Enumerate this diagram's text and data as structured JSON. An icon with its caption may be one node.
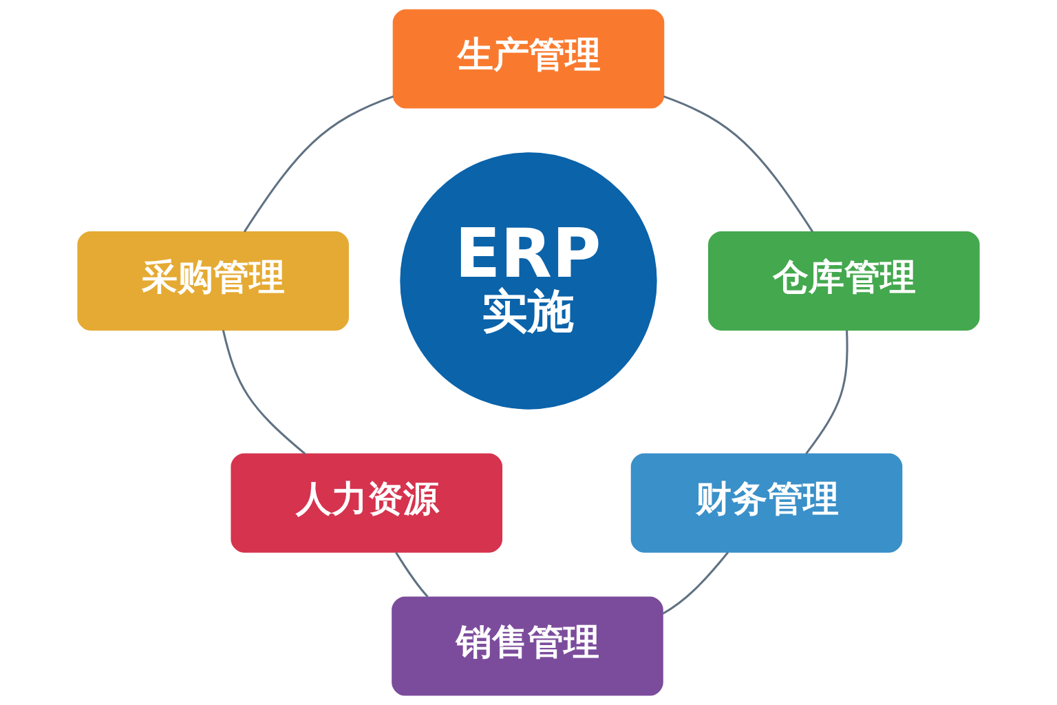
{
  "diagram": {
    "nodes": [
      {
        "text": [
          "生产管理"
        ]
      },
      {
        "text": [
          "采购管理"
        ]
      },
      {
        "text": [
          "ERP",
          "实施"
        ]
      },
      {
        "text": [
          "仓库管理"
        ]
      },
      {
        "text": [
          "人力资源"
        ]
      },
      {
        "text": [
          "财务管理"
        ]
      },
      {
        "text": [
          "销售管理"
        ]
      }
    ],
    "edges": [
      {
        "from": 0,
        "to": 3,
        "arrow": "none"
      },
      {
        "from": 3,
        "to": 5,
        "arrow": "none"
      },
      {
        "from": 5,
        "to": 6,
        "arrow": "none"
      },
      {
        "from": 4,
        "to": 6,
        "arrow": "none"
      },
      {
        "from": 1,
        "to": 4,
        "arrow": "none"
      },
      {
        "from": 0,
        "to": 1,
        "arrow": "none"
      }
    ]
  }
}
